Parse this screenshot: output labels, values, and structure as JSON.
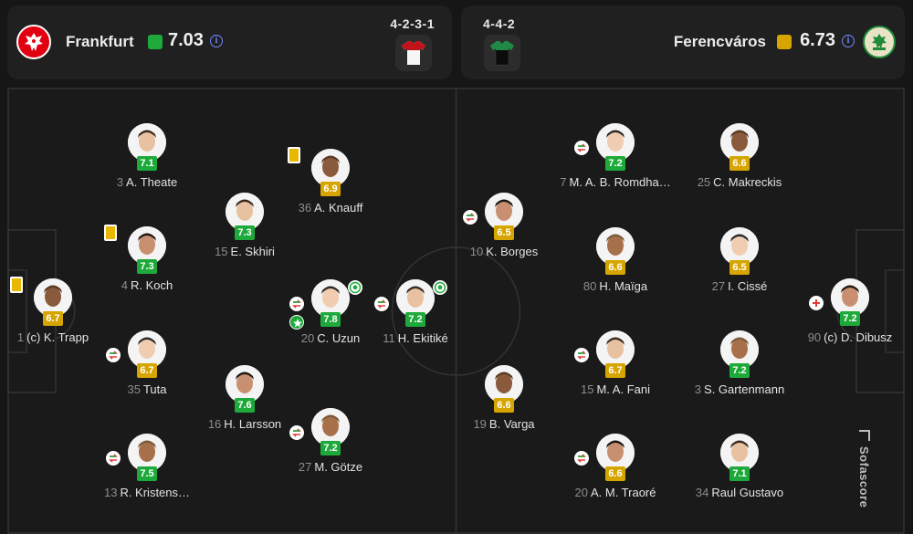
{
  "home": {
    "name": "Frankfurt",
    "rating": "7.03",
    "rating_color": "#1ea93b",
    "formation": "4-2-3-1",
    "crest_icon": "eagle-crest-icon"
  },
  "away": {
    "name": "Ferencváros",
    "rating": "6.73",
    "rating_color": "#d6a500",
    "formation": "4-4-2",
    "crest_icon": "eagle-crest-icon"
  },
  "branding": {
    "text": "Sofascore"
  },
  "players": [
    {
      "num": "3",
      "name": "A. Theate",
      "rating": "7.1",
      "color": "g",
      "icons": []
    },
    {
      "num": "4",
      "name": "R. Koch",
      "rating": "7.3",
      "color": "g",
      "icons": [
        "yellow-card"
      ]
    },
    {
      "num": "1",
      "name": "(c) K. Trapp",
      "rating": "6.7",
      "color": "y",
      "icons": [
        "yellow-card"
      ]
    },
    {
      "num": "35",
      "name": "Tuta",
      "rating": "6.7",
      "color": "y",
      "icons": [
        "substitution"
      ]
    },
    {
      "num": "13",
      "name": "R. Kristens…",
      "rating": "7.5",
      "color": "g",
      "icons": [
        "substitution"
      ]
    },
    {
      "num": "15",
      "name": "E. Skhiri",
      "rating": "7.3",
      "color": "g",
      "icons": []
    },
    {
      "num": "16",
      "name": "H. Larsson",
      "rating": "7.6",
      "color": "g",
      "icons": []
    },
    {
      "num": "36",
      "name": "A. Knauff",
      "rating": "6.9",
      "color": "y",
      "icons": [
        "yellow-card"
      ]
    },
    {
      "num": "20",
      "name": "C. Uzun",
      "rating": "7.8",
      "color": "g",
      "icons": [
        "substitution",
        "goal",
        "star"
      ]
    },
    {
      "num": "27",
      "name": "M. Götze",
      "rating": "7.2",
      "color": "g",
      "icons": [
        "substitution"
      ]
    },
    {
      "num": "11",
      "name": "H. Ekitiké",
      "rating": "7.2",
      "color": "g",
      "icons": [
        "substitution",
        "goal"
      ]
    },
    {
      "num": "10",
      "name": "K. Borges",
      "rating": "6.5",
      "color": "y",
      "icons": [
        "substitution"
      ]
    },
    {
      "num": "19",
      "name": "B. Varga",
      "rating": "6.6",
      "color": "y",
      "icons": []
    },
    {
      "num": "7",
      "name": "M. A. B. Romdha…",
      "rating": "7.2",
      "color": "g",
      "icons": [
        "substitution"
      ]
    },
    {
      "num": "80",
      "name": "H. Maïga",
      "rating": "6.6",
      "color": "y",
      "icons": []
    },
    {
      "num": "15",
      "name": "M. A. Fani",
      "rating": "6.7",
      "color": "y",
      "icons": [
        "substitution"
      ]
    },
    {
      "num": "20",
      "name": "A. M. Traoré",
      "rating": "6.6",
      "color": "y",
      "icons": [
        "substitution"
      ]
    },
    {
      "num": "25",
      "name": "C. Makreckis",
      "rating": "6.6",
      "color": "y",
      "icons": []
    },
    {
      "num": "27",
      "name": "I. Cissé",
      "rating": "6.5",
      "color": "y",
      "icons": []
    },
    {
      "num": "3",
      "name": "S. Gartenmann",
      "rating": "7.2",
      "color": "g",
      "icons": []
    },
    {
      "num": "34",
      "name": "Raul Gustavo",
      "rating": "7.1",
      "color": "g",
      "icons": []
    },
    {
      "num": "90",
      "name": "(c) D. Dibusz",
      "rating": "7.2",
      "color": "g",
      "icons": [
        "injury"
      ]
    }
  ]
}
